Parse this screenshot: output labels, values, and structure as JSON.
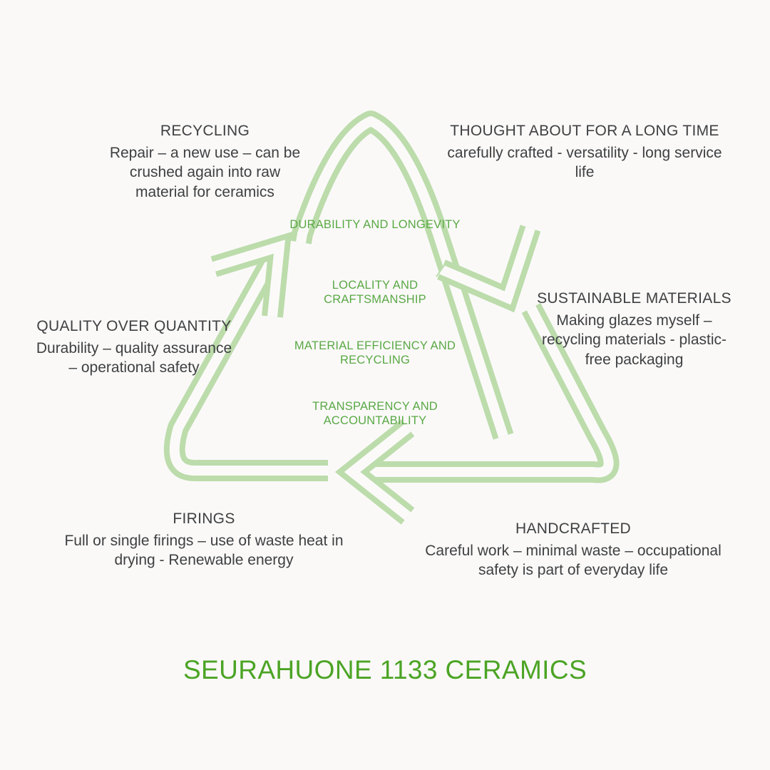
{
  "page": {
    "background_color": "#faf9f8",
    "brand_title": "SEURAHUONE 1133 CERAMICS",
    "brand_title_color": "#4ca425"
  },
  "diagram": {
    "type": "recycling-triangle",
    "arrow_stroke_color": "#bcdcab",
    "arrow_count": 3,
    "center_label_color": "#5aa845",
    "outer_label_color": "#3f4042"
  },
  "outer_labels": [
    {
      "id": "recycling",
      "title": "RECYCLING",
      "body": "Repair – a new use – can be crushed again into raw material for ceramics"
    },
    {
      "id": "thought",
      "title": "THOUGHT ABOUT FOR A LONG TIME",
      "body": "carefully crafted - versatility - long service life"
    },
    {
      "id": "sustainable",
      "title": "SUSTAINABLE MATERIALS",
      "body": "Making glazes myself – recycling materials - plastic-free packaging"
    },
    {
      "id": "quality",
      "title": "QUALITY OVER QUANTITY",
      "body": "Durability – quality assurance – operational safety"
    },
    {
      "id": "firings",
      "title": "FIRINGS",
      "body": "Full or single firings – use of waste heat in drying - Renewable energy"
    },
    {
      "id": "handcrafted",
      "title": "HANDCRAFTED",
      "body": "Careful work – minimal waste – occupational safety is part of everyday life"
    }
  ],
  "center_labels": [
    {
      "id": "durability",
      "text": "DURABILITY AND LONGEVITY"
    },
    {
      "id": "locality",
      "text": "LOCALITY AND CRAFTSMANSHIP"
    },
    {
      "id": "material",
      "text": "MATERIAL EFFICIENCY AND RECYCLING"
    },
    {
      "id": "transparency",
      "text": "TRANSPARENCY AND ACCOUNTABILITY"
    }
  ]
}
